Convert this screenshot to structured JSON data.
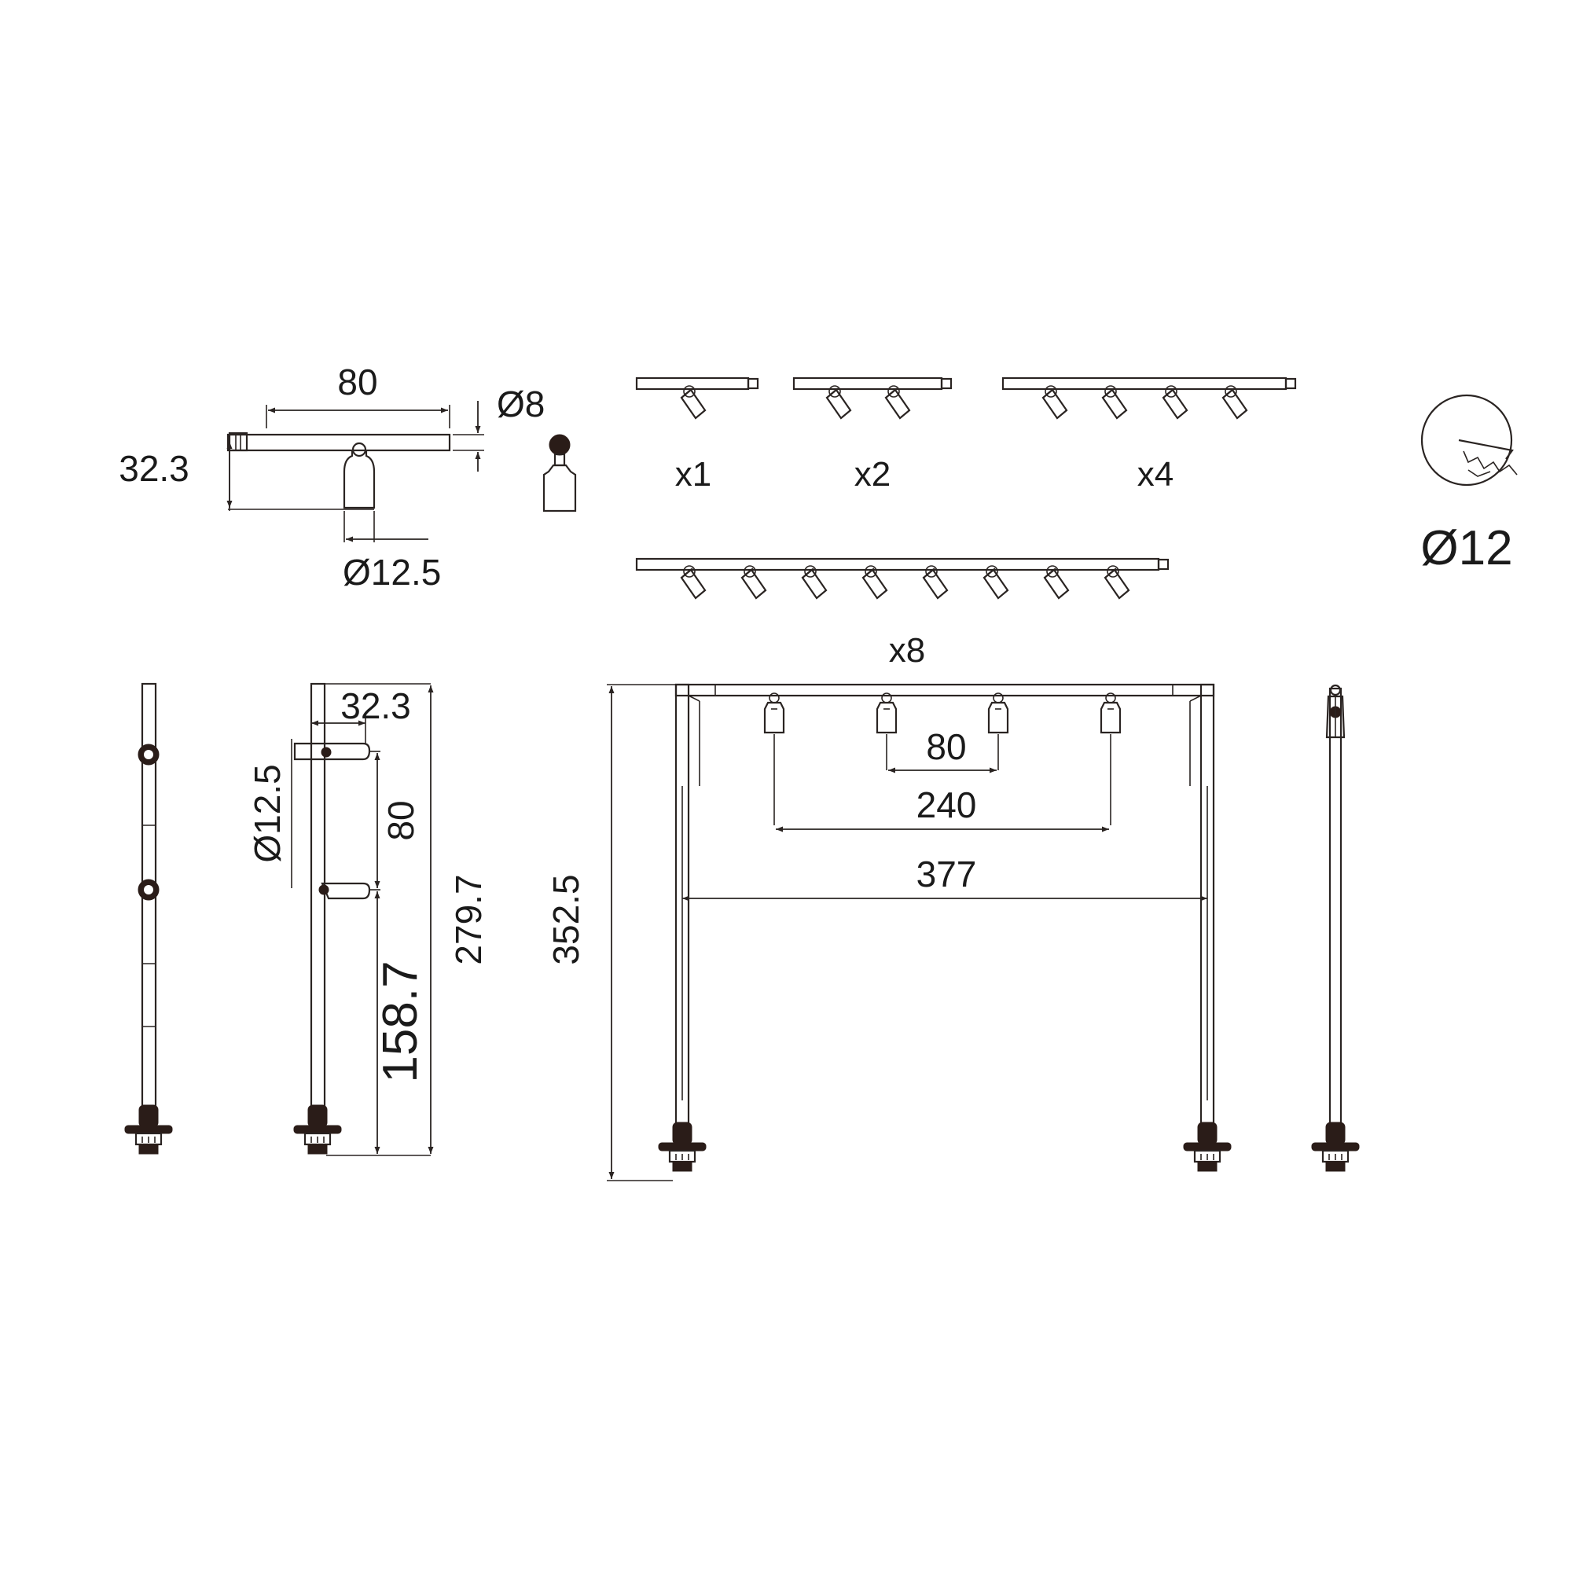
{
  "labels": {
    "top_width": "80",
    "top_height": "32.3",
    "top_rod_dia": "Ø8",
    "top_head_dia": "Ø12.5",
    "variant_x1": "x1",
    "variant_x2": "x2",
    "variant_x4": "x4",
    "variant_x8": "x8",
    "hole_dia": "Ø12",
    "side_reach": "32.3",
    "side_head_dia": "Ø12.5",
    "side_spacing": "80",
    "side_lower": "158.7",
    "side_total": "279.7",
    "front_spacing": "80",
    "front_mid": "240",
    "front_span": "377",
    "front_height": "352.5"
  },
  "colors": {
    "line": "#2a2422",
    "solid": "#2a1c18"
  }
}
